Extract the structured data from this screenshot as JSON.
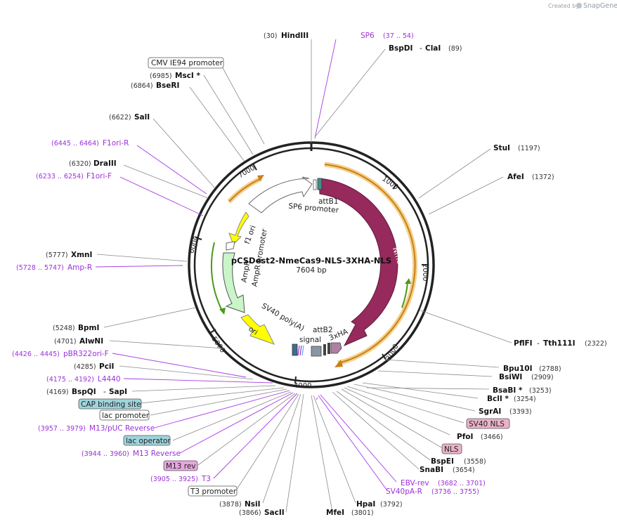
{
  "credit": {
    "created_by": "Created by",
    "brand": "SnapGene"
  },
  "plasmid": {
    "name": "pCSDest2-NmeCas9-NLS-3XHA-NLS",
    "size": "7604 bp"
  },
  "ticks": [
    "1000",
    "2000",
    "3000",
    "4000",
    "5000",
    "6000",
    "7000"
  ],
  "features": {
    "attB1": "attB1",
    "sp6_promoter": "SP6 promoter",
    "nmecas9": "NmeCas9",
    "f1_ori": "f1 ori",
    "ampr_promoter": "AmpR promoter",
    "ampr": "AmpR",
    "sv40_polya": "SV40 poly(A)",
    "signal": "signal",
    "ori": "ori",
    "attB2": "attB2",
    "ha3x": "3xHA"
  },
  "sites": {
    "hindiii": {
      "pos": "(30)",
      "name": "HindIII"
    },
    "sp6": {
      "name": "SP6",
      "range": "(37 .. 54)"
    },
    "bspdi": {
      "name": "BspDI",
      "sep": "-",
      "name2": "ClaI",
      "pos": "(89)"
    },
    "cmv": {
      "name": "CMV IE94 promoter"
    },
    "msci": {
      "pos": "(6985)",
      "name": "MscI *"
    },
    "bseri": {
      "pos": "(6864)",
      "name": "BseRI"
    },
    "sali": {
      "pos": "(6622)",
      "name": "SalI"
    },
    "f1orir": {
      "range": "(6445 .. 6464)",
      "name": "F1ori-R"
    },
    "draiii": {
      "pos": "(6320)",
      "name": "DraIII"
    },
    "f1orif": {
      "range": "(6233 .. 6254)",
      "name": "F1ori-F"
    },
    "xmni": {
      "pos": "(5777)",
      "name": "XmnI"
    },
    "ampr": {
      "range": "(5728 .. 5747)",
      "name": "Amp-R"
    },
    "bpmi": {
      "pos": "(5248)",
      "name": "BpmI"
    },
    "alwni": {
      "pos": "(4701)",
      "name": "AlwNI"
    },
    "pbr": {
      "range": "(4426 .. 4445)",
      "name": "pBR322ori-F"
    },
    "pcii": {
      "pos": "(4285)",
      "name": "PciI"
    },
    "l4440": {
      "range": "(4175 .. 4192)",
      "name": "L4440"
    },
    "bspqi": {
      "pos": "(4169)",
      "name": "BspQI",
      "sep": "-",
      "name2": "SapI"
    },
    "cap": {
      "name": "CAP binding site"
    },
    "lacp": {
      "name": "lac promoter"
    },
    "m13puc": {
      "range": "(3957 .. 3979)",
      "name": "M13/pUC Reverse"
    },
    "laco": {
      "name": "lac operator"
    },
    "m13rev": {
      "range": "(3944 .. 3960)",
      "name": "M13 Reverse"
    },
    "m13r": {
      "name": "M13 rev"
    },
    "t3": {
      "range": "(3905 .. 3925)",
      "name": "T3"
    },
    "t3p": {
      "name": "T3 promoter"
    },
    "nsii": {
      "pos": "(3878)",
      "name": "NsiI"
    },
    "sacii": {
      "pos": "(3866)",
      "name": "SacII"
    },
    "mfei": {
      "name": "MfeI",
      "pos": "(3801)"
    },
    "hpai": {
      "name": "HpaI",
      "pos": "(3792)"
    },
    "stui": {
      "name": "StuI",
      "pos": "(1197)"
    },
    "afei": {
      "name": "AfeI",
      "pos": "(1372)"
    },
    "pflfi": {
      "name": "PflFI",
      "sep": "-",
      "name2": "Tth111I",
      "pos": "(2322)"
    },
    "bpu10i": {
      "name": "Bpu10I",
      "pos": "(2788)"
    },
    "bsiwi": {
      "name": "BsiWI",
      "pos": "(2909)"
    },
    "bsabi": {
      "name": "BsaBI *",
      "pos": "(3253)"
    },
    "bcli": {
      "name": "BclI *",
      "pos": "(3254)"
    },
    "sgrai": {
      "name": "SgrAI",
      "pos": "(3393)"
    },
    "sv40nls": {
      "name": "SV40 NLS"
    },
    "pfoi": {
      "name": "PfoI",
      "pos": "(3466)"
    },
    "nls": {
      "name": "NLS"
    },
    "bspei": {
      "name": "BspEI",
      "pos": "(3558)"
    },
    "snabi": {
      "name": "SnaBI",
      "pos": "(3654)"
    },
    "ebv": {
      "name": "EBV-rev",
      "range": "(3682 .. 3701)"
    },
    "sv40pa": {
      "name": "SV40pA-R",
      "range": "(3736 .. 3755)"
    }
  }
}
